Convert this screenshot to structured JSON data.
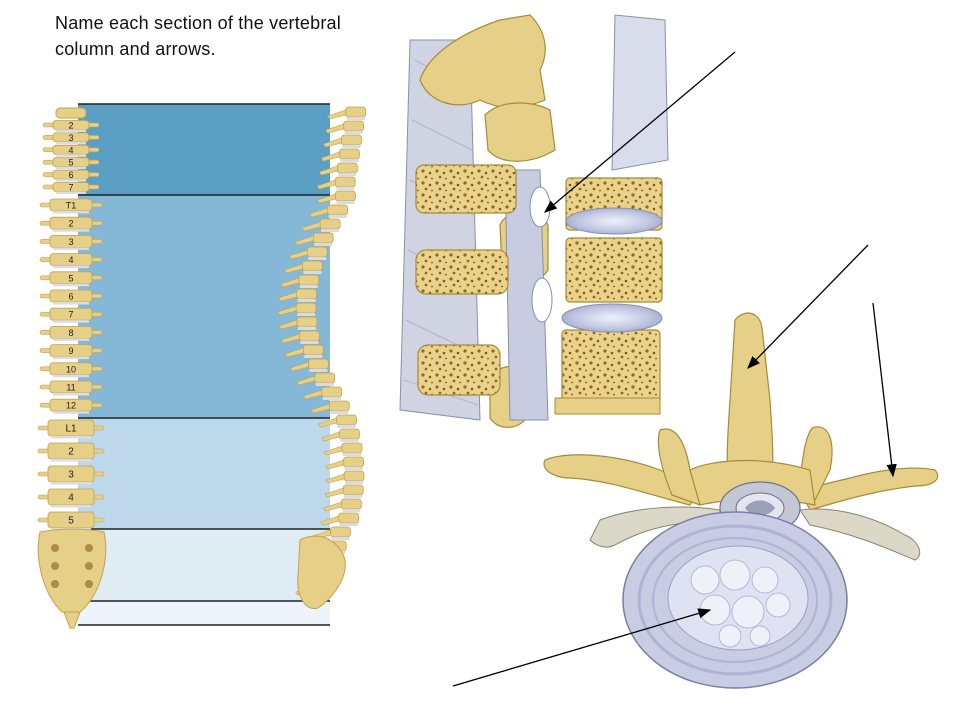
{
  "prompt": {
    "text": "Name each section of the vertebral column and arrows."
  },
  "spine": {
    "cervical_labels": [
      "2",
      "3",
      "4",
      "5",
      "6",
      "7"
    ],
    "thoracic_labels": [
      "T1",
      "2",
      "3",
      "4",
      "5",
      "6",
      "7",
      "8",
      "9",
      "10",
      "11",
      "12"
    ],
    "lumbar_labels": [
      "L1",
      "2",
      "3",
      "4",
      "5"
    ]
  },
  "colors": {
    "region_cervical": "#5b9fc4",
    "region_thoracic": "#85b8d6",
    "region_lumbar": "#bcd8ea",
    "region_sacral": "#dfecf4",
    "region_coccygeal": "#eef5fa",
    "bone": "#e6cf86",
    "bone_dark": "#c4a24e",
    "ligament": "#c9cedd",
    "disc": "#b7bfdc"
  },
  "arrow_count": 4
}
